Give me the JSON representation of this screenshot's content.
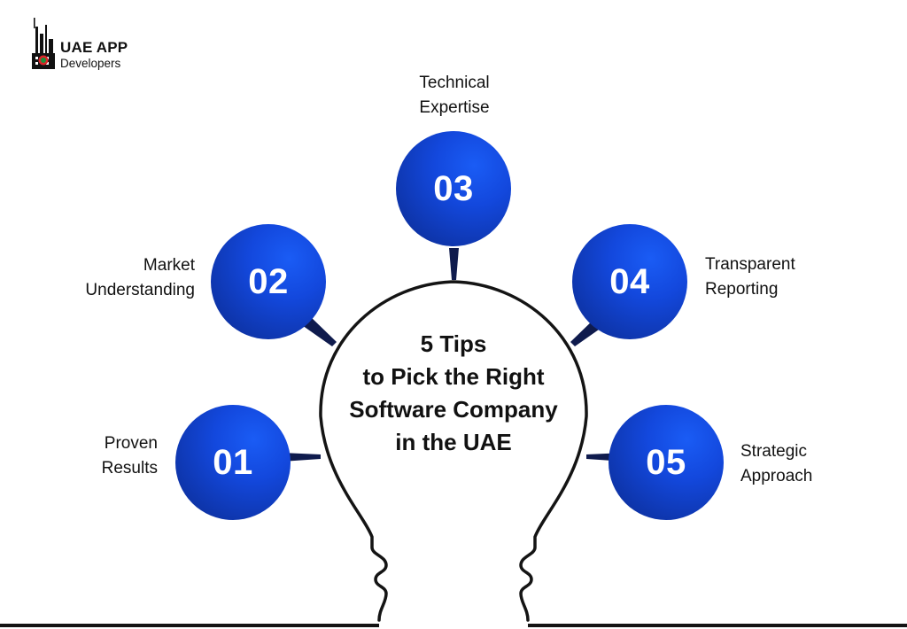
{
  "brand": {
    "name": "UAE APP",
    "tagline": "Developers"
  },
  "title": {
    "lines": [
      "5 Tips",
      "to Pick the Right",
      "Software Company",
      "in the UAE"
    ]
  },
  "tips": [
    {
      "number": "01",
      "label": [
        "Proven",
        "Results"
      ]
    },
    {
      "number": "02",
      "label": [
        "Market",
        "Understanding"
      ]
    },
    {
      "number": "03",
      "label": [
        "Technical",
        "Expertise"
      ]
    },
    {
      "number": "04",
      "label": [
        "Transparent",
        "Reporting"
      ]
    },
    {
      "number": "05",
      "label": [
        "Strategic",
        "Approach"
      ]
    }
  ],
  "colors": {
    "bubble": "#1348dd",
    "bubble_dark": "#0b2a8e",
    "outline": "#141414"
  }
}
